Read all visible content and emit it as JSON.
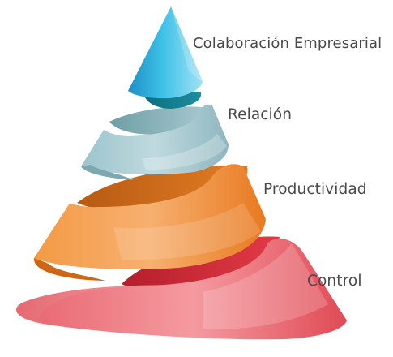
{
  "diagram": {
    "levels": [
      {
        "label": "Colaboración Empresarial",
        "color": "#2fb3de"
      },
      {
        "label": "Relación",
        "color": "#9dc8d0"
      },
      {
        "label": "Productividad",
        "color": "#ef8a2f"
      },
      {
        "label": "Control",
        "color": "#e04a52"
      }
    ]
  }
}
